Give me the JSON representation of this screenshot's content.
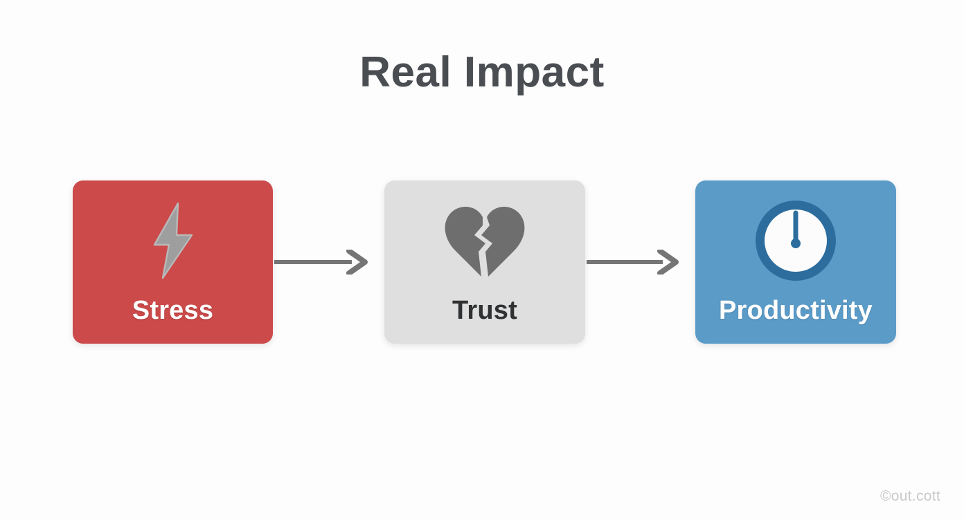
{
  "slide": {
    "title": "Real Impact",
    "background_color": "#fdfdfd",
    "title_color": "#4a4d51"
  },
  "flow": {
    "cards": [
      {
        "id": "stress",
        "label": "Stress",
        "icon": "lightning-bolt-icon",
        "background_color": "#cc4a4a",
        "label_color": "#ffffff",
        "icon_color": "#9e9e9e"
      },
      {
        "id": "trust",
        "label": "Trust",
        "icon": "broken-heart-icon",
        "background_color": "#dfdfdf",
        "label_color": "#2f3133",
        "icon_color": "#6e6e6e"
      },
      {
        "id": "productivity",
        "label": "Productivity",
        "icon": "clock-gauge-icon",
        "background_color": "#5b9bc8",
        "label_color": "#ffffff",
        "icon_color": "#2c6d9e"
      }
    ],
    "connectors": [
      {
        "id": "arrow-1",
        "from": "stress",
        "to": "trust",
        "color": "#757575"
      },
      {
        "id": "arrow-2",
        "from": "trust",
        "to": "productivity",
        "color": "#757575"
      }
    ]
  },
  "watermark": {
    "text": "©out.cott",
    "color": "#c9cacb"
  }
}
